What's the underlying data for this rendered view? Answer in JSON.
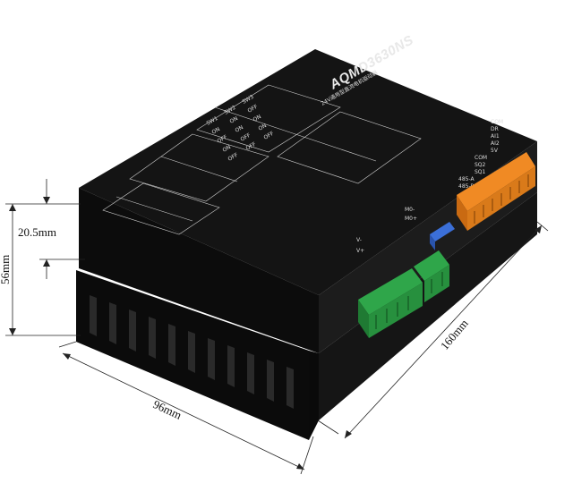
{
  "product": {
    "model_label": "AQMD3630NS",
    "subtitle": "24V通用型直流电机驱动器"
  },
  "dimensions": {
    "height_total": "56mm",
    "height_step": "20.5mm",
    "width": "96mm",
    "length": "160mm"
  },
  "panel": {
    "right_labels": [
      "COM",
      "DR",
      "AI1",
      "AI2",
      "5V",
      "COM",
      "SQ2",
      "SQ1",
      "485-A",
      "485-B"
    ],
    "motor_labels": [
      "M0-",
      "M0+"
    ],
    "power_labels": [
      "V-",
      "V+"
    ],
    "table_rows": [
      [
        "SW1",
        "SW2",
        "SW3"
      ],
      [
        "ON",
        "ON",
        "OFF"
      ],
      [
        "OFF",
        "ON",
        "ON"
      ],
      [
        "ON",
        "OFF",
        "ON"
      ],
      [
        "OFF",
        "OFF",
        "OFF"
      ]
    ]
  },
  "colors": {
    "body": "#101010",
    "orange_terminal": "#f08a24",
    "green_terminal": "#2fa64a",
    "dip_switch": "#3b6fd8"
  }
}
